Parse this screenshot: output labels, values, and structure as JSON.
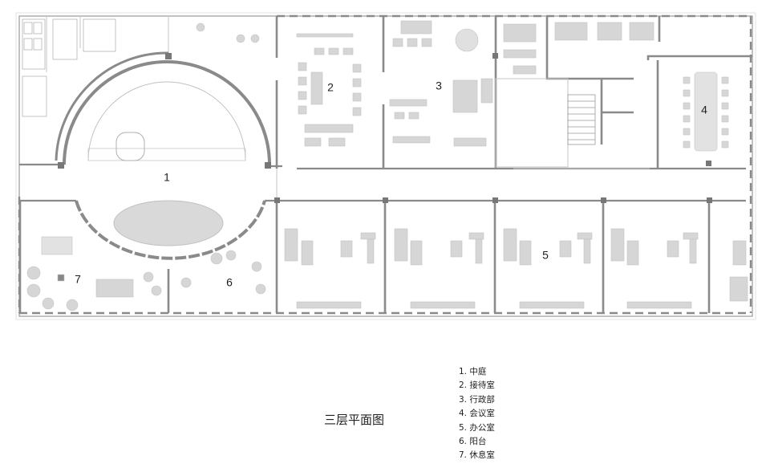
{
  "title": "三层平面图",
  "rooms": [
    {
      "num": "1",
      "label": "1. 中庭"
    },
    {
      "num": "2",
      "label": "2. 接待室"
    },
    {
      "num": "3",
      "label": "3. 行政部"
    },
    {
      "num": "4",
      "label": "4. 会议室"
    },
    {
      "num": "5",
      "label": "5. 办公室"
    },
    {
      "num": "6",
      "label": "6. 阳台"
    },
    {
      "num": "7",
      "label": "7. 休息室"
    }
  ],
  "colors": {
    "wall": "#8a8a8a",
    "light_wall": "#c8c8c8",
    "furniture": "#d6d6d6",
    "furniture_dark": "#bdbdbd",
    "text": "#222222"
  }
}
